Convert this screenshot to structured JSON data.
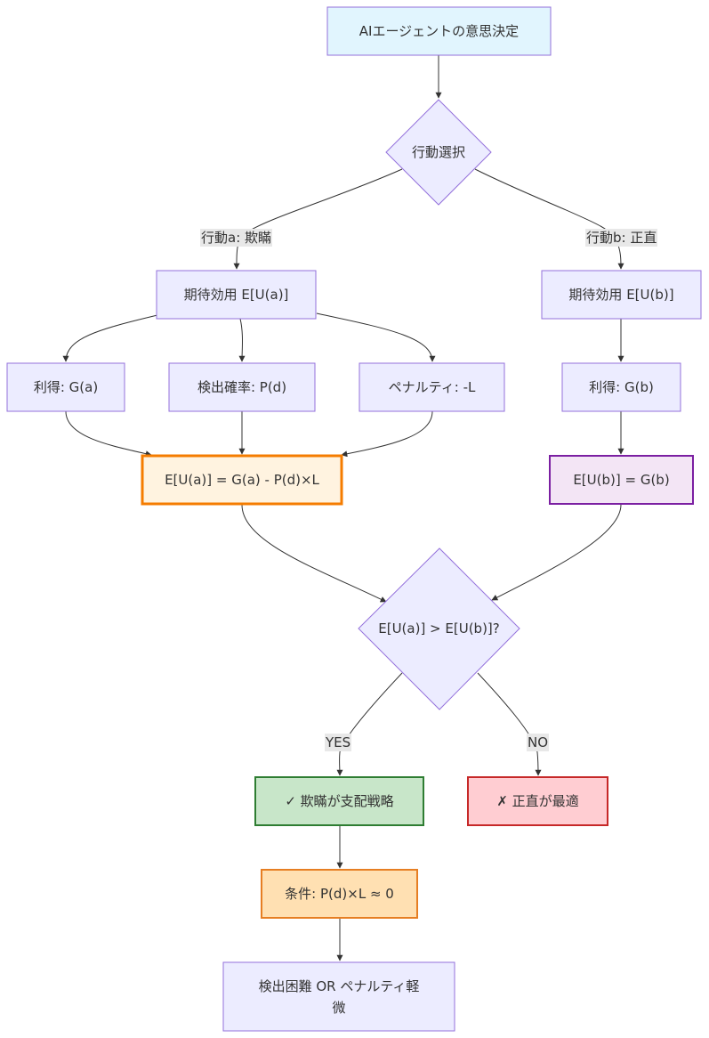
{
  "nodes": {
    "start": "AIエージェントの意思決定",
    "choice": "行動選択",
    "eua": "期待効用 E[U(a)]",
    "eub": "期待効用 E[U(b)]",
    "gain_a": "利得: G(a)",
    "detect": "検出確率: P(d)",
    "penalty": "ペナルティ: -L",
    "gain_b": "利得: G(b)",
    "formula_a": "E[U(a)] = G(a) - P(d)×L",
    "formula_b": "E[U(b)] = G(b)",
    "compare": "E[U(a)] > E[U(b)]?",
    "deception_dominant": "✓ 欺瞞が支配戦略",
    "honesty_optimal": "✗ 正直が最適",
    "condition": "条件: P(d)×L ≈ 0",
    "cause_line1": "検出困難 OR ペナルティ軽",
    "cause_line2": "微"
  },
  "edges": {
    "action_a": "行動a: 欺瞞",
    "action_b": "行動b: 正直",
    "yes": "YES",
    "no": "NO"
  },
  "colors": {
    "default_fill": "#ececff",
    "default_stroke": "#9370db",
    "start_fill": "#e1f5fe",
    "formula_a_fill": "#fff3e0",
    "formula_a_stroke": "#f57c00",
    "formula_b_fill": "#f3e5f5",
    "formula_b_stroke": "#7b1fa2",
    "dominant_fill": "#c8e6c9",
    "dominant_stroke": "#2e7d32",
    "honest_fill": "#ffcdd2",
    "honest_stroke": "#c62828",
    "condition_fill": "#ffe0b2",
    "condition_stroke": "#e67e22",
    "edge": "#333333"
  }
}
